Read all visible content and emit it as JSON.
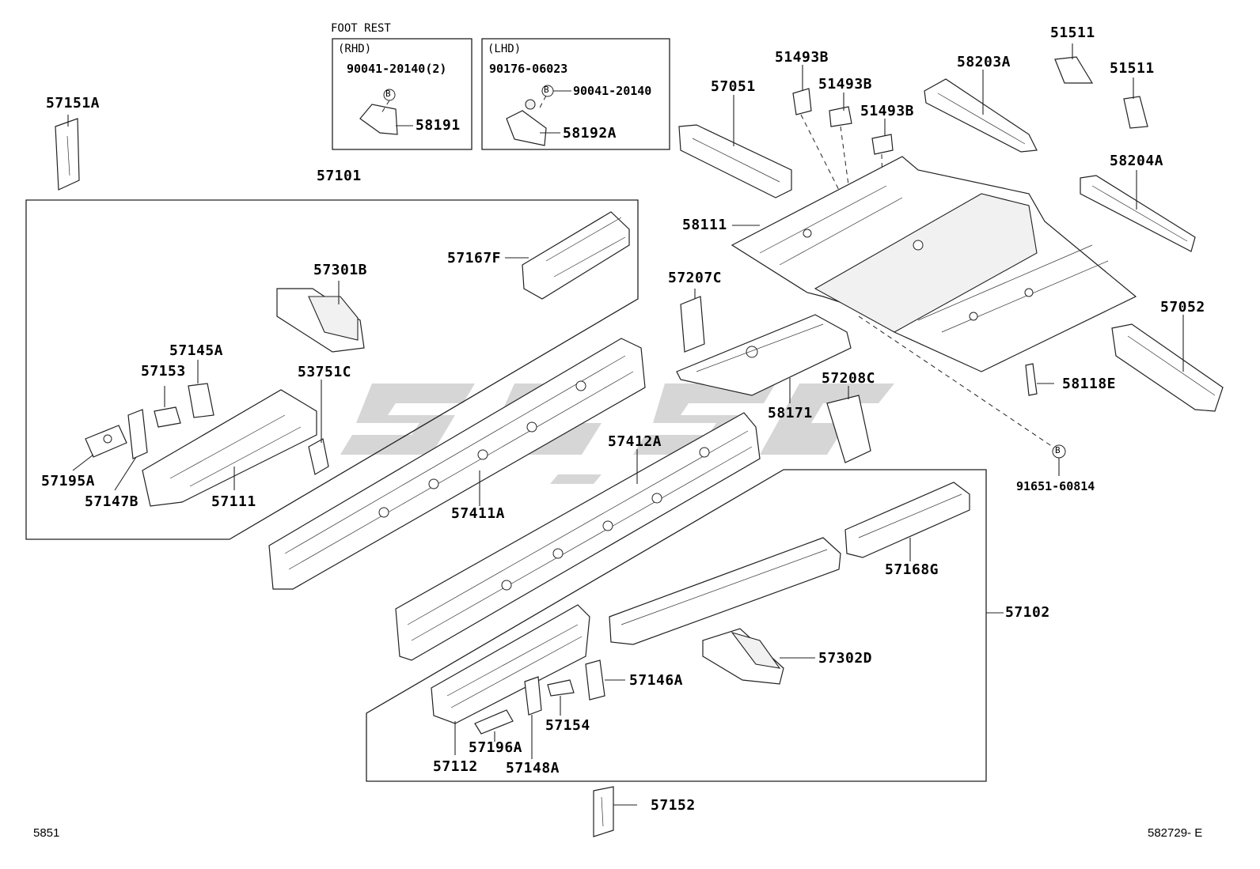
{
  "diagram": {
    "foot_rest_title": "FOOT REST",
    "rhd_label": "(RHD)",
    "lhd_label": "(LHD)",
    "b_marker": "B",
    "corner_left": "5851",
    "corner_right": "582729- E",
    "parts": {
      "p57151A": "57151A",
      "p90041_rhd": "90041-20140(2)",
      "p58191": "58191",
      "p90176": "90176-06023",
      "p90041_lhd": "90041-20140",
      "p58192A": "58192A",
      "p57101": "57101",
      "p57167F": "57167F",
      "p57301B": "57301B",
      "p57145A": "57145A",
      "p57153": "57153",
      "p53751C": "53751C",
      "p57195A": "57195A",
      "p57147B": "57147B",
      "p57111": "57111",
      "p57411A": "57411A",
      "p57412A": "57412A",
      "p57051": "57051",
      "p51493B_1": "51493B",
      "p51493B_2": "51493B",
      "p51493B_3": "51493B",
      "p58203A": "58203A",
      "p51511_1": "51511",
      "p51511_2": "51511",
      "p58204A": "58204A",
      "p58111": "58111",
      "p57207C": "57207C",
      "p57052": "57052",
      "p57208C": "57208C",
      "p58171": "58171",
      "p58118E": "58118E",
      "p91651": "91651-60814",
      "p57168G": "57168G",
      "p57102": "57102",
      "p57302D": "57302D",
      "p57146A": "57146A",
      "p57154": "57154",
      "p57196A": "57196A",
      "p57112": "57112",
      "p57148A": "57148A",
      "p57152": "57152"
    }
  }
}
